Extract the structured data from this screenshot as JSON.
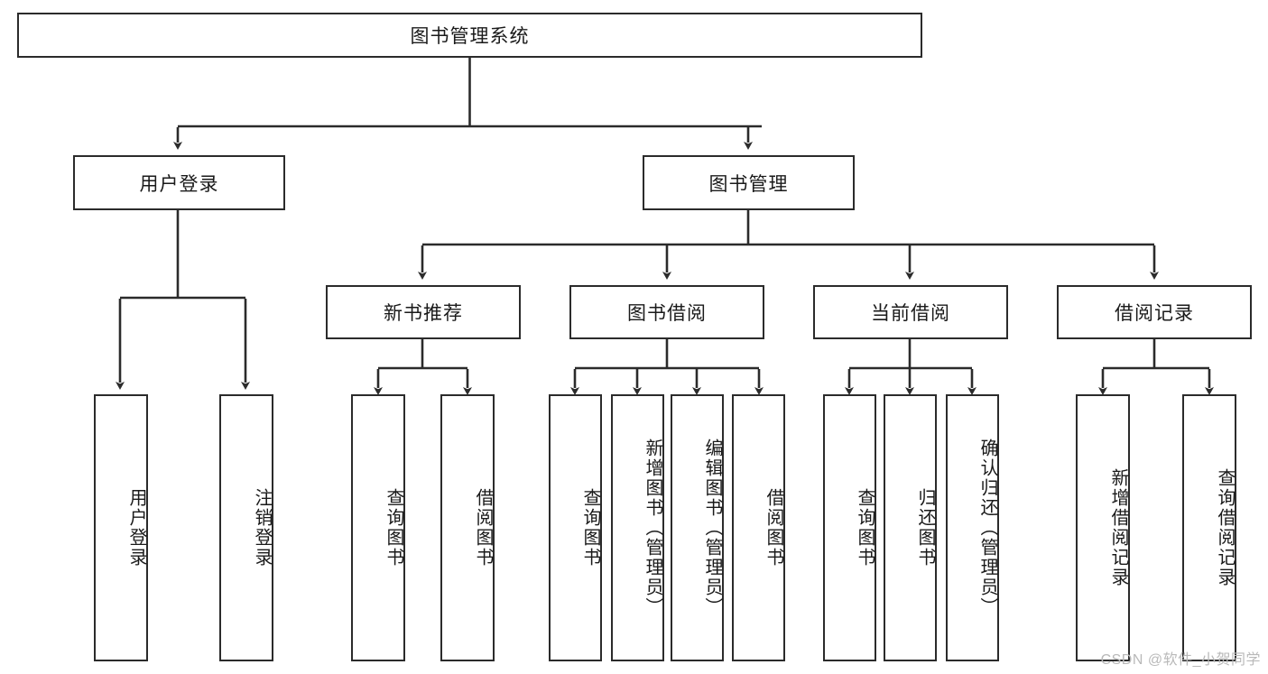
{
  "diagram": {
    "title": "图书管理系统",
    "type": "tree-hierarchy-diagram",
    "colors": {
      "box_border": "#2b2b2b",
      "box_fill": "#ffffff",
      "connector": "#2b2b2b",
      "background": "#ffffff",
      "watermark": "#b9b9b9"
    },
    "root": {
      "label": "图书管理系统"
    },
    "level2": [
      {
        "label": "用户登录"
      },
      {
        "label": "图书管理"
      }
    ],
    "level3": [
      {
        "label": "新书推荐"
      },
      {
        "label": "图书借阅"
      },
      {
        "label": "当前借阅"
      },
      {
        "label": "借阅记录"
      }
    ],
    "leaves": {
      "user_login": [
        {
          "label": "用户登录"
        },
        {
          "label": "注销登录"
        }
      ],
      "new_book_recommend": [
        {
          "label": "查询图书"
        },
        {
          "label": "借阅图书"
        }
      ],
      "book_borrow": [
        {
          "label": "查询图书"
        },
        {
          "label": "新增图书（管理员）"
        },
        {
          "label": "编辑图书（管理员）"
        },
        {
          "label": "借阅图书"
        }
      ],
      "current_borrow": [
        {
          "label": "查询图书"
        },
        {
          "label": "归还图书"
        },
        {
          "label": "确认归还（管理员）"
        }
      ],
      "borrow_records": [
        {
          "label": "新增借阅记录"
        },
        {
          "label": "查询借阅记录"
        }
      ]
    },
    "watermark": "CSDN @软件_小贺同学"
  }
}
